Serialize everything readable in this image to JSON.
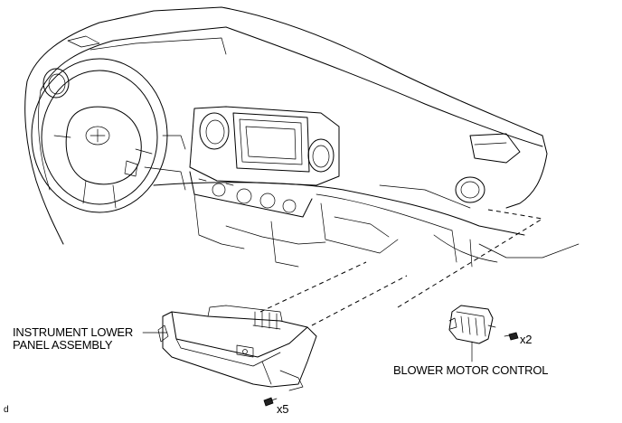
{
  "labels": {
    "instrument_panel_line1": "INSTRUMENT LOWER",
    "instrument_panel_line2": "PANEL ASSEMBLY",
    "blower_motor_control": "BLOWER MOTOR CONTROL",
    "screws_panel": "x5",
    "screws_blower": "x2",
    "corner_mark": "d"
  }
}
